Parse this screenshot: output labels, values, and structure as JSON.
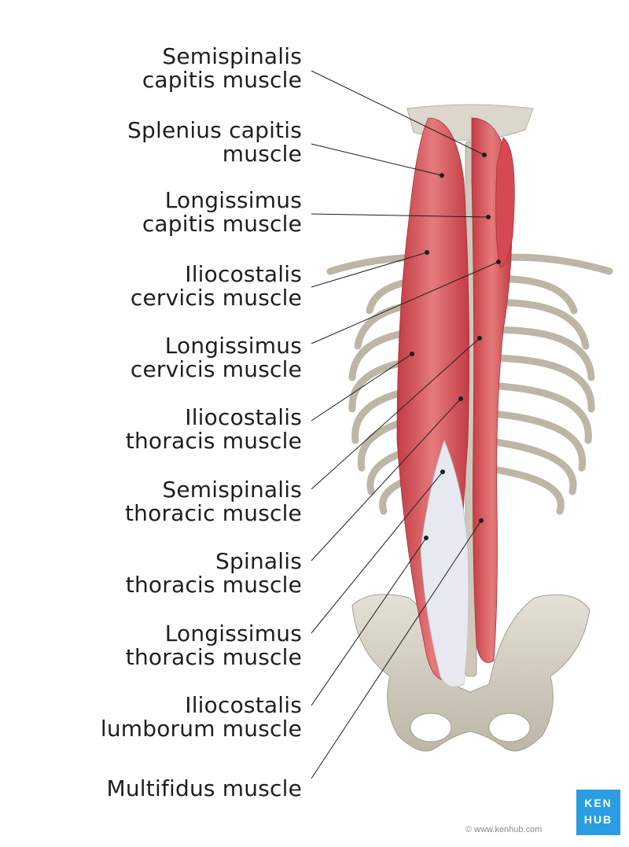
{
  "labels": [
    {
      "line1": "Semispinalis",
      "line2": "capitis muscle"
    },
    {
      "line1": "Splenius capitis",
      "line2": "muscle"
    },
    {
      "line1": "Longissimus",
      "line2": "capitis muscle"
    },
    {
      "line1": "Iliocostalis",
      "line2": "cervicis muscle"
    },
    {
      "line1": "Longissimus",
      "line2": "cervicis muscle"
    },
    {
      "line1": "Iliocostalis",
      "line2": "thoracis muscle"
    },
    {
      "line1": "Semispinalis",
      "line2": "thoracic muscle"
    },
    {
      "line1": "Spinalis",
      "line2": "thoracis muscle"
    },
    {
      "line1": "Longissimus",
      "line2": "thoracis muscle"
    },
    {
      "line1": "Iliocostalis",
      "line2": "lumborum muscle"
    },
    {
      "line1": "Multifidus muscle",
      "line2": ""
    }
  ],
  "credit": "© www.kenhub.com",
  "logo": {
    "line1": "KEN",
    "line2": "HUB"
  },
  "colors": {
    "muscle": "#d9565c",
    "bone": "#d8d2c6",
    "tendon": "#e6e8f0",
    "logo": "#2a9ee0"
  }
}
